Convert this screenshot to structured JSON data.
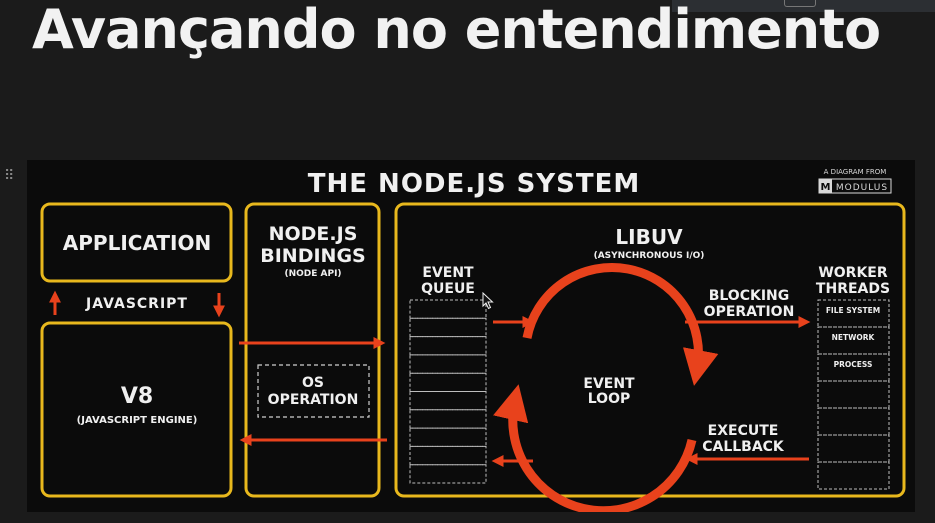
{
  "slide": {
    "title": "Avançando no entendimento"
  },
  "diagram": {
    "title": "THE NODE.JS SYSTEM",
    "credit_line": "A DIAGRAM FROM",
    "credit_brand": "MODULUS",
    "credit_mark": "M",
    "application": "APPLICATION",
    "javascript": "JAVASCRIPT",
    "v8": "V8",
    "v8_sub": "(JAVASCRIPT ENGINE)",
    "bindings_1": "NODE.JS",
    "bindings_2": "BINDINGS",
    "bindings_sub": "(NODE API)",
    "os_1": "OS",
    "os_2": "OPERATION",
    "libuv": "LIBUV",
    "libuv_sub": "(ASYNCHRONOUS I/O)",
    "event_queue_1": "EVENT",
    "event_queue_2": "QUEUE",
    "event_loop_1": "EVENT",
    "event_loop_2": "LOOP",
    "blocking_1": "BLOCKING",
    "blocking_2": "OPERATION",
    "execute_1": "EXECUTE",
    "execute_2": "CALLBACK",
    "worker_1": "WORKER",
    "worker_2": "THREADS",
    "worker_items": [
      "FILE SYSTEM",
      "NETWORK",
      "PROCESS"
    ]
  },
  "colors": {
    "frame": "#e8b81d",
    "arrow": "#e8421c",
    "text": "#f0f0f0",
    "background": "#0b0b0b"
  }
}
